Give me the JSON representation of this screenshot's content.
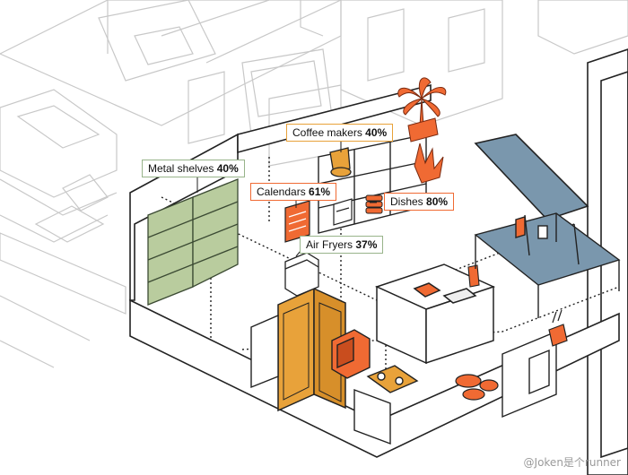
{
  "callouts": [
    {
      "key": "coffee",
      "label": "Coffee makers",
      "value": "40%",
      "color": "#e8a23a"
    },
    {
      "key": "metal",
      "label": "Metal shelves",
      "value": "40%",
      "color": "#98b48a"
    },
    {
      "key": "calendars",
      "label": "Calendars",
      "value": "61%",
      "color": "#f06a33"
    },
    {
      "key": "dishes",
      "label": "Dishes",
      "value": "80%",
      "color": "#f06a33"
    },
    {
      "key": "airfryers",
      "label": "Air Fryers",
      "value": "37%",
      "color": "#98b48a"
    }
  ],
  "watermark": "@Joken是个runner",
  "colors": {
    "accent_orange": "#f06a33",
    "accent_yellow": "#e8a23a",
    "accent_green": "#b9cc9e",
    "accent_blue": "#7a97ad",
    "line": "#222222",
    "ghost_line": "#c8c8c8"
  }
}
